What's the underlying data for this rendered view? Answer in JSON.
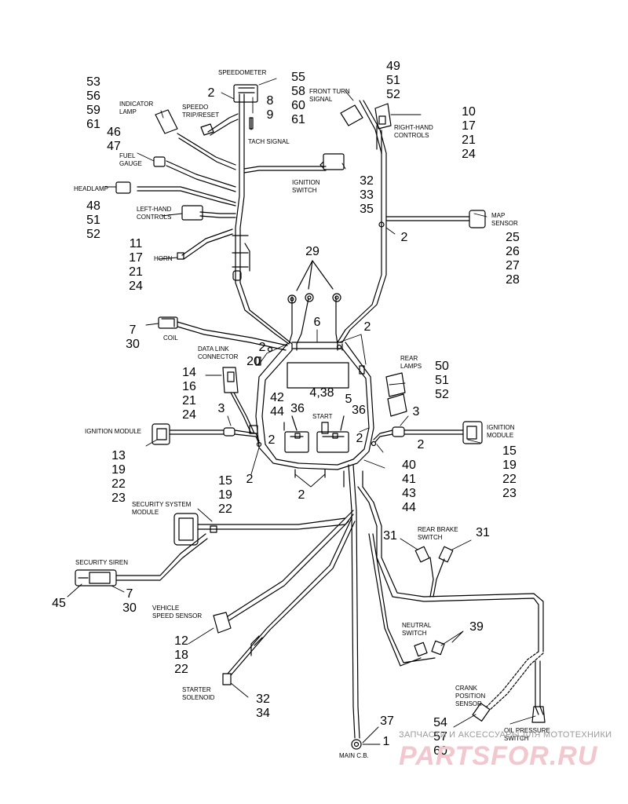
{
  "labels": {
    "speedometer": "SPEEDOMETER",
    "speedo_trip": "SPEEDO\nTRIP/RESET",
    "indicator_lamp": "INDICATOR\nLAMP",
    "tach_signal": "TACH SIGNAL",
    "fuel_gauge": "FUEL\nGAUGE",
    "front_turn_signal": "FRONT TURN\nSIGNAL",
    "right_hand_controls": "RIGHT-HAND\nCONTROLS",
    "ignition_switch": "IGNITION\nSWITCH",
    "headlamp": "HEADLAMP",
    "left_hand_controls": "LEFT-HAND\nCONTROLS",
    "map_sensor": "MAP\nSENSOR",
    "horn": "HORN",
    "coil": "COIL",
    "data_link_connector": "DATA LINK\nCONNECTOR",
    "rear_lamps": "REAR\nLAMPS",
    "start": "START",
    "ignition_module_left": "IGNITION MODULE",
    "ignition_module_right": "IGNITION\nMODULE",
    "security_system_module": "SECURITY SYSTEM\nMODULE",
    "rear_brake_switch": "REAR BRAKE\nSWITCH",
    "security_siren": "SECURITY SIREN",
    "vehicle_speed_sensor": "VEHICLE\nSPEED SENSOR",
    "neutral_switch": "NEUTRAL\nSWITCH",
    "starter_solenoid": "STARTER\nSOLENOID",
    "crank_position_sensor": "CRANK\nPOSITION\nSENSOR",
    "oil_pressure_switch": "OIL PRESSURE\nSWITCH",
    "main_cb": "MAIN C.B."
  },
  "callouts": {
    "speedo_parts": "55\n58\n60\n61",
    "speedo_2": "2",
    "tach_8_9": "8\n9",
    "indicator_parts": "53\n56\n59\n61",
    "fuel_parts": "46\n47",
    "front_turn_parts": "49\n51\n52",
    "right_controls_parts": "10\n17\n21\n24",
    "ign_switch_parts": "32\n33\n35",
    "headlamp_parts": "48\n51\n52",
    "right_2": "2",
    "map_parts": "25\n26\n27\n28",
    "left_controls_parts": "11\n17\n21\n24",
    "ring_29": "29",
    "coil_parts": "7\n30",
    "harness_6": "6",
    "harness_2_right": "2",
    "harness_2_left": "2",
    "data_link_20": "20",
    "data_link_parts": "14\n16\n21\n24",
    "rear_lamps_parts": "50\n51\n52",
    "box_4_38": "4,38",
    "relay_42_44": "42\n44",
    "relay_36_left": "36",
    "relay_5": "5",
    "relay_36_right": "36",
    "left_3": "3",
    "right_3": "3",
    "left_2a": "2",
    "right_2a": "2",
    "right_2b": "2",
    "left_2b": "2",
    "ign_mod_left_parts": "13\n19\n22\n23",
    "ign_mod_right_parts": "15\n19\n22\n23",
    "group_40": "40\n41\n43\n44",
    "bottom_2": "2",
    "security_parts": "15\n19\n22",
    "brake_31_left": "31",
    "brake_31_right": "31",
    "siren_45": "45",
    "siren_7_30": "7\n30",
    "neutral_39": "39",
    "vss_parts": "12\n18\n22",
    "solenoid_parts": "32\n34",
    "main_37": "37",
    "main_1": "1",
    "crank_parts": "54\n57\n60"
  },
  "watermark": {
    "text_small": "ЗАПЧАСТИ И АКСЕССУАРЫ ДЛЯ МОТОТЕХНИКИ",
    "text_large": "PARTSFOR.RU"
  }
}
